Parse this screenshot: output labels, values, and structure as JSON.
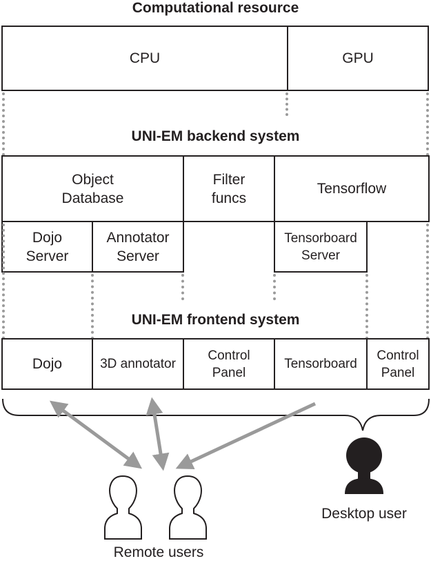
{
  "computational": {
    "title": "Computational resource",
    "cpu": "CPU",
    "gpu": "GPU"
  },
  "backend": {
    "title": "UNI-EM backend system",
    "object_db": "Object\nDatabase",
    "filter_funcs": "Filter\nfuncs",
    "tensorflow": "Tensorflow",
    "dojo_server": "Dojo\nServer",
    "annotator_server": "Annotator\nServer",
    "tensorboard_server": "Tensorboard\nServer"
  },
  "frontend": {
    "title": "UNI-EM frontend system",
    "dojo": "Dojo",
    "annotator_3d": "3D annotator",
    "control_panel_1": "Control\nPanel",
    "tensorboard": "Tensorboard",
    "control_panel_2": "Control\nPanel"
  },
  "users": {
    "remote": "Remote users",
    "desktop": "Desktop user"
  },
  "colors": {
    "line": "#231f20",
    "arrow": "#9a9a9a"
  }
}
